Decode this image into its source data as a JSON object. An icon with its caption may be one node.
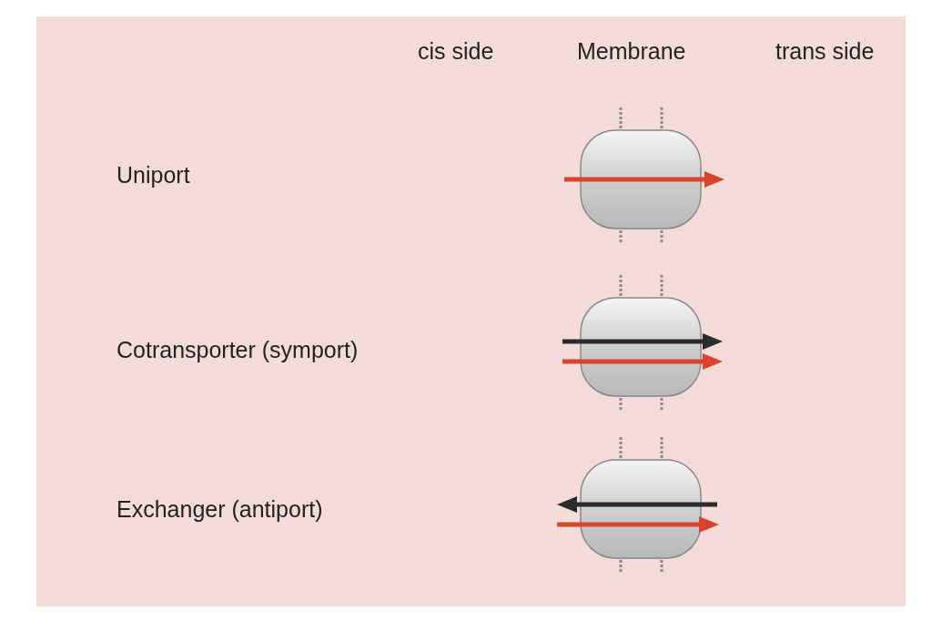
{
  "diagram": {
    "labels": [
      "cis side",
      "Membrane",
      "trans side",
      "Uniport",
      "Cotransporter (symport)",
      "Exchanger (antiport)"
    ]
  }
}
